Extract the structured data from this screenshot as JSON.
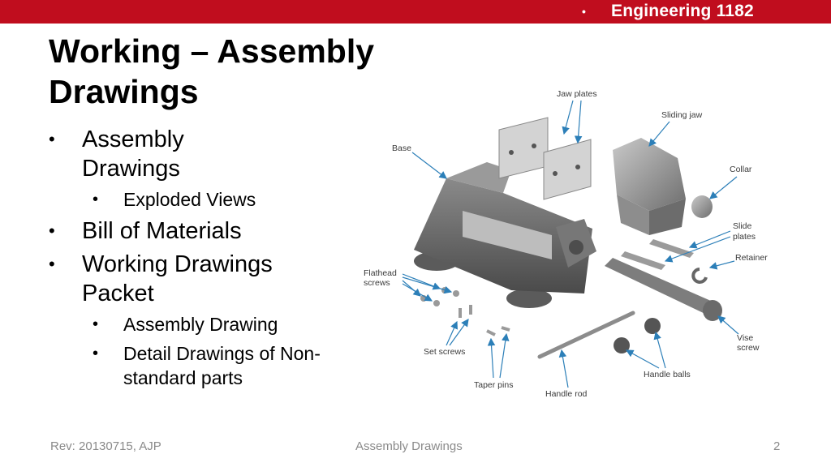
{
  "header": {
    "bullet": "•",
    "course": "Engineering 1182"
  },
  "title": {
    "line1": "Working – Assembly",
    "line2": "Drawings"
  },
  "bullets": [
    {
      "text": "Assembly Drawings",
      "sub": [
        "Exploded Views"
      ]
    },
    {
      "text": "Bill of Materials",
      "sub": []
    },
    {
      "text": "Working Drawings Packet",
      "sub": [
        "Assembly Drawing",
        "Detail Drawings of Non-standard parts"
      ]
    }
  ],
  "bullet_glyph": "•",
  "figure": {
    "labels": {
      "jaw_plates": "Jaw plates",
      "sliding_jaw": "Sliding jaw",
      "base": "Base",
      "collar": "Collar",
      "slide_plates_1": "Slide",
      "slide_plates_2": "plates",
      "retainer": "Retainer",
      "flathead_1": "Flathead",
      "flathead_2": "screws",
      "set_screws": "Set screws",
      "taper_pins": "Taper pins",
      "handle_rod": "Handle rod",
      "handle_balls": "Handle balls",
      "vise_screw_1": "Vise",
      "vise_screw_2": "screw"
    }
  },
  "footer": {
    "rev": "Rev: 20130715, AJP",
    "topic": "Assembly Drawings",
    "page": "2"
  }
}
